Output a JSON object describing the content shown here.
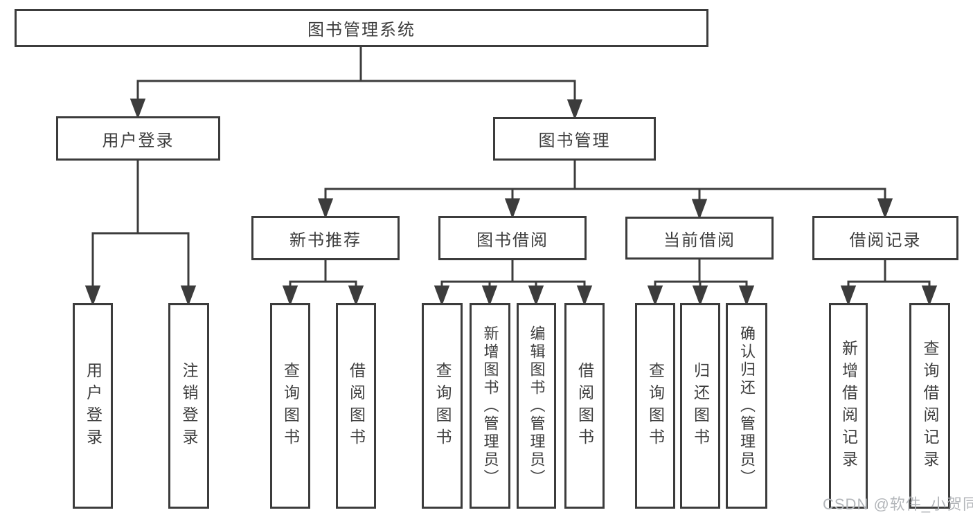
{
  "diagram": {
    "root": {
      "label": "图书管理系统"
    },
    "level2": [
      {
        "label": "用户登录"
      },
      {
        "label": "图书管理"
      }
    ],
    "level3": [
      {
        "label": "新书推荐"
      },
      {
        "label": "图书借阅"
      },
      {
        "label": "当前借阅"
      },
      {
        "label": "借阅记录"
      }
    ],
    "leaves": {
      "user_login": [
        {
          "label": "用户登录"
        },
        {
          "label": "注销登录"
        }
      ],
      "new_book_recommend": [
        {
          "label": "查询图书"
        },
        {
          "label": "借阅图书"
        }
      ],
      "book_borrow": [
        {
          "label": "查询图书"
        },
        {
          "label": "新增图书（管理员）"
        },
        {
          "label": "编辑图书（管理员）"
        },
        {
          "label": "借阅图书"
        }
      ],
      "current_borrow": [
        {
          "label": "查询图书"
        },
        {
          "label": "归还图书"
        },
        {
          "label": "确认归还（管理员）"
        }
      ],
      "borrow_records": [
        {
          "label": "新增借阅记录"
        },
        {
          "label": "查询借阅记录"
        }
      ]
    },
    "colors": {
      "line": "#3c3c3c",
      "text": "#3d3d3d",
      "background": "#ffffff",
      "watermark": "#b3b6ba"
    }
  },
  "watermark": {
    "text": "CSDN @软件_小贺同学"
  }
}
